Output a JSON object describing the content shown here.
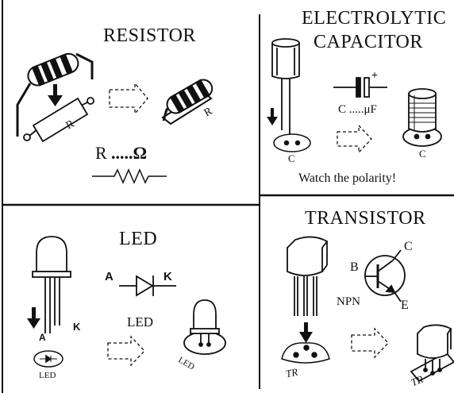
{
  "resistor": {
    "title": "RESISTOR",
    "formula_r": "R",
    "formula_val": ".....Ω",
    "part_label": "R",
    "part_label_2": "R"
  },
  "capacitor": {
    "title_line1": "ELECTROLYTIC",
    "title_line2": "CAPACITOR",
    "value_label": "C .....μF",
    "plus_sign": "+",
    "footprint_label": "C",
    "footprint_label_2": "C",
    "note": "Watch the polarity!"
  },
  "led": {
    "title": "LED",
    "anode": "A",
    "cathode": "K",
    "symbol_anode": "A",
    "symbol_cathode": "K",
    "symbol_caption": "LED",
    "footprint_label": "LED",
    "footprint_label_2": "LED"
  },
  "transistor": {
    "title": "TRANSISTOR",
    "pin_b": "B",
    "pin_c": "C",
    "pin_e": "E",
    "type": "NPN",
    "footprint_label": "TR",
    "footprint_label_2": "TR"
  }
}
